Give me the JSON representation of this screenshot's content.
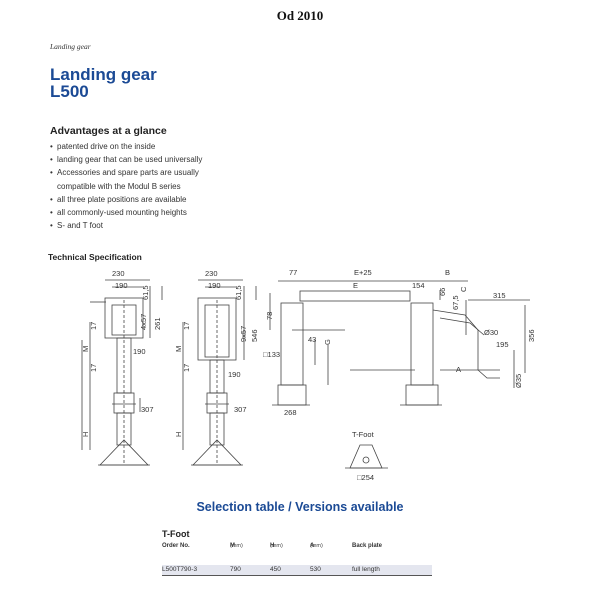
{
  "page": {
    "title": "Od 2010",
    "section_tag": "Landing gear",
    "product_title_line1": "Landing gear",
    "product_title_line2": "L500"
  },
  "advantages": {
    "heading": "Advantages at a glance",
    "items": [
      "patented drive on the inside",
      "landing gear that can be used universally",
      "Accessories and spare parts are usually",
      "all three plate positions are available",
      "all commonly-used mounting heights",
      "S- and T foot"
    ],
    "item3_continuation": "compatible with the Modul B series"
  },
  "tech_spec": {
    "heading": "Technical Specification",
    "dims": {
      "d230": "230",
      "d190": "190",
      "d61_5": "61,5",
      "d4x57": "4x57",
      "d261": "261",
      "d9x57": "9x57",
      "d546": "546",
      "d17": "17",
      "dM": "M",
      "dH": "H",
      "d307": "307",
      "d77": "77",
      "dE25": "E+25",
      "dB": "B",
      "dE": "E",
      "d154": "154",
      "d66": "66",
      "d67_5": "67,5",
      "dC": "C",
      "d315": "315",
      "d78": "78",
      "d43": "43",
      "dG": "G",
      "d133": "□133",
      "d268": "268",
      "dA": "A",
      "d30": "Ø30",
      "d195": "195",
      "d356": "356",
      "d35": "Ø35",
      "tfoot": "T-Foot",
      "d254": "□254"
    }
  },
  "selection": {
    "heading": "Selection table / Versions available",
    "tfoot_heading": "T-Foot",
    "columns": [
      {
        "label": "Order No.",
        "unit": ""
      },
      {
        "label": "M",
        "unit": "(mm)"
      },
      {
        "label": "H",
        "unit": "(mm)"
      },
      {
        "label": "A",
        "unit": "(mm)"
      },
      {
        "label": "Back plate",
        "unit": ""
      }
    ],
    "rows": [
      {
        "order_no": "L500T790-3",
        "m": "790",
        "h": "450",
        "a": "530",
        "back_plate": "full length"
      }
    ]
  }
}
